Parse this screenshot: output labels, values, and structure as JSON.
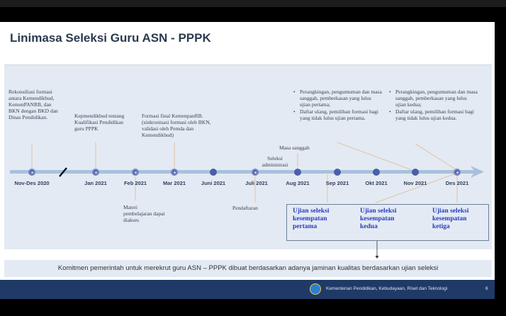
{
  "title": "Linimasa Seleksi Guru ASN - PPPK",
  "timeline": {
    "months": [
      "Nov-Des 2020",
      "Jan 2021",
      "Feb 2021",
      "Mar 2021",
      "Juni 2021",
      "Juli 2021",
      "Aug 2021",
      "Sep 2021",
      "Okt 2021",
      "Nov 2021",
      "Des 2021"
    ],
    "notes": {
      "rekonsiliasi": "Rekonsiliasi formasi antara Kemendikbud, KemenPANRB, dan BKN dengan BKD dan Dinas Pendidikan.",
      "kepmendikbud": "Kepmendikbud tentang Kualifikasi Pendidikan guru PPPK",
      "formasi": "Formasi final KemenpanRB. (sinkronisasi formasi oleh BKN, validasi oleh Pemda dan Kemendikbud)",
      "materi": "Materi pembelajaran dapat diakses",
      "pendaftaran": "Pendaftaran",
      "seleksi_adm": "Seleksi administrasi",
      "masa_sanggah": "Masa sanggah",
      "after_first": [
        "Perangkingan, pengumuman dan masa sanggah, pemberkasan yang lulus ujian pertama;",
        "Daftar ulang, pemilihan formasi bagi yang tidak lulus ujian pertama."
      ],
      "after_second": [
        "Perangkingan, pengumuman dan masa sanggah, pemberkasan yang lulus ujian kedua;",
        "Daftar ulang, pemilihan formasi bagi yang tidak lulus ujian kedua."
      ]
    },
    "exams": [
      "Ujian seleksi kesempatan pertama",
      "Ujian seleksi kesempatan kedua",
      "Ujian seleksi kesempatan ketiga"
    ]
  },
  "commitment": "Komitmen pemerintah untuk merekrut guru ASN – PPPK dibuat berdasarkan adanya jaminan kualitas berdasarkan ujian seleksi",
  "footer": {
    "ministry": "Kementerian Pendidikan, Kebudayaan, Riset dan Teknologi",
    "page": "6"
  },
  "colors": {
    "accent": "#4a5fa8",
    "exam_text": "#2a3cc0",
    "footer_bg": "#1f3a66"
  }
}
